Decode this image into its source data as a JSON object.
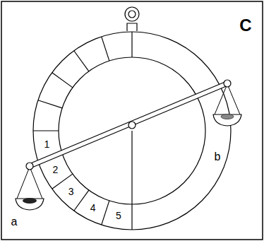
{
  "diagram": {
    "labels": [
      "C",
      "1",
      "2",
      "3",
      "4",
      "5",
      "a",
      "b"
    ]
  }
}
